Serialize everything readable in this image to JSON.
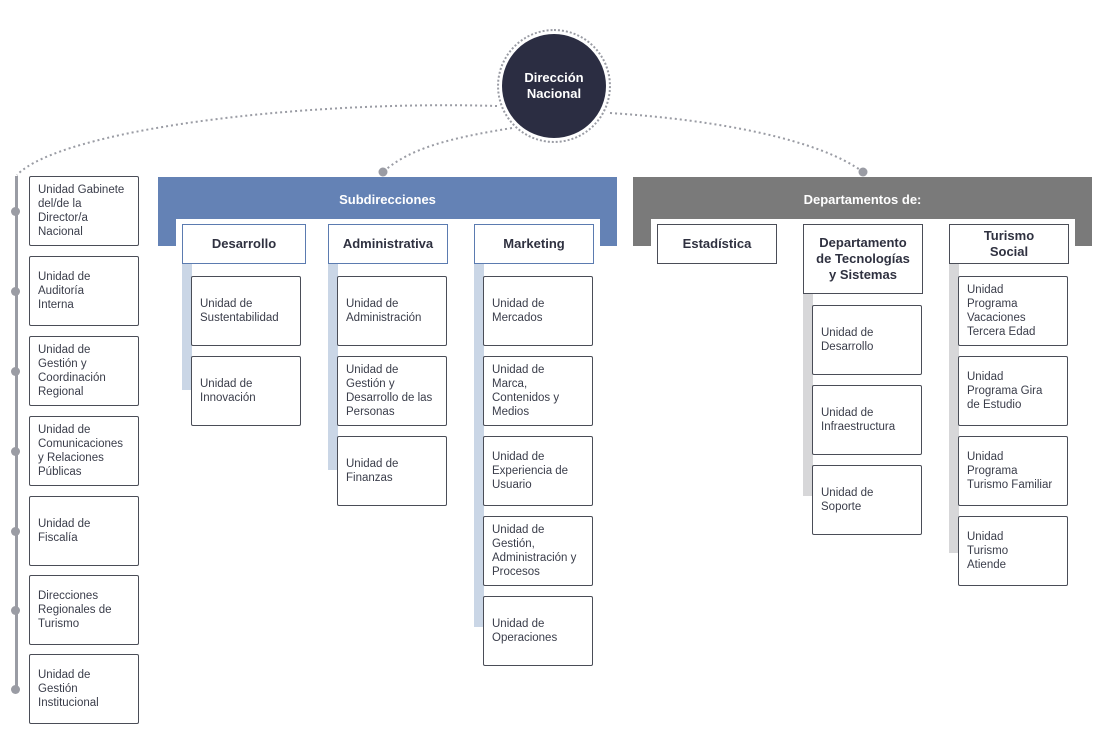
{
  "root": {
    "title": "Dirección\nNacional"
  },
  "left_units": [
    "Unidad Gabinete\ndel/de la\nDirector/a\nNacional",
    "Unidad de\nAuditoría\nInterna",
    "Unidad de\nGestión y\nCoordinación\nRegional",
    "Unidad de\nComunicaciones\ny Relaciones\nPúblicas",
    "Unidad de\nFiscalía",
    "Direcciones\nRegionales de\nTurismo",
    "Unidad de\nGestión\nInstitucional"
  ],
  "subdirecciones": {
    "title": "Subdirecciones",
    "color": "#6482b5",
    "columns": [
      {
        "name": "Desarrollo",
        "units": [
          "Unidad de\nSustentabilidad",
          "Unidad de\nInnovación"
        ]
      },
      {
        "name": "Administrativa",
        "units": [
          "Unidad de\nAdministración",
          "Unidad de\nGestión y\nDesarrollo de las\nPersonas",
          "Unidad de\nFinanzas"
        ]
      },
      {
        "name": "Marketing",
        "units": [
          "Unidad de\nMercados",
          "Unidad de\nMarca,\nContenidos y\nMedios",
          "Unidad de\nExperiencia de\nUsuario",
          "Unidad de\nGestión,\nAdministración y\nProcesos",
          "Unidad de\nOperaciones"
        ]
      }
    ]
  },
  "departamentos": {
    "title": "Departamentos de:",
    "color": "#7a7a7a",
    "columns": [
      {
        "name": "Estadística",
        "units": []
      },
      {
        "name": "Departamento\nde Tecnologías\ny Sistemas",
        "units": [
          "Unidad de\nDesarrollo",
          "Unidad de\nInfraestructura",
          "Unidad de\nSoporte"
        ]
      },
      {
        "name": "Turismo\nSocial",
        "units": [
          "Unidad\nPrograma\nVacaciones\nTercera Edad",
          "Unidad\nPrograma Gira\nde Estudio",
          "Unidad\nPrograma\nTurismo Familiar",
          "Unidad\nTurismo\nAtiende"
        ]
      }
    ]
  }
}
